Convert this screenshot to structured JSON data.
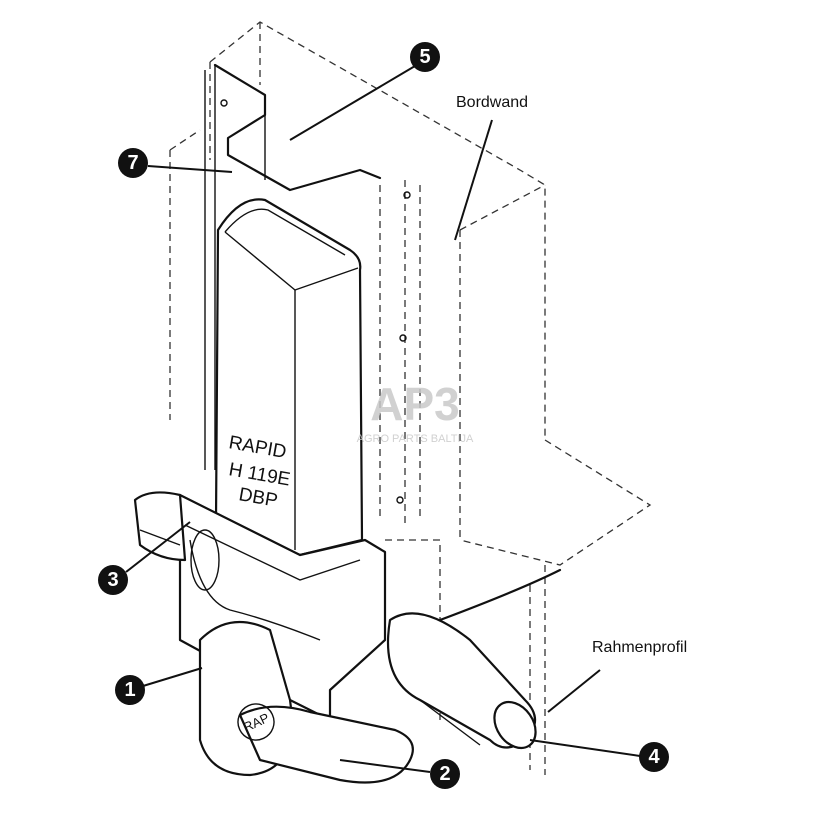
{
  "labels": {
    "bordwand": "Bordwand",
    "rahmenprofil": "Rahmenprofil"
  },
  "callouts": [
    {
      "id": "1",
      "number": "1"
    },
    {
      "id": "2",
      "number": "2"
    },
    {
      "id": "3",
      "number": "3"
    },
    {
      "id": "4",
      "number": "4"
    },
    {
      "id": "5",
      "number": "5"
    },
    {
      "id": "7",
      "number": "7"
    }
  ],
  "stamp": {
    "line1": "RAPID",
    "line2": "H 119E",
    "line3": "DBP",
    "logo": "RAP"
  },
  "watermark": {
    "logo": "AP3",
    "text": "AGRO PARTS BALTIJA"
  },
  "colors": {
    "ink": "#111111",
    "watermark": "#c9c9c9",
    "background": "#ffffff"
  }
}
